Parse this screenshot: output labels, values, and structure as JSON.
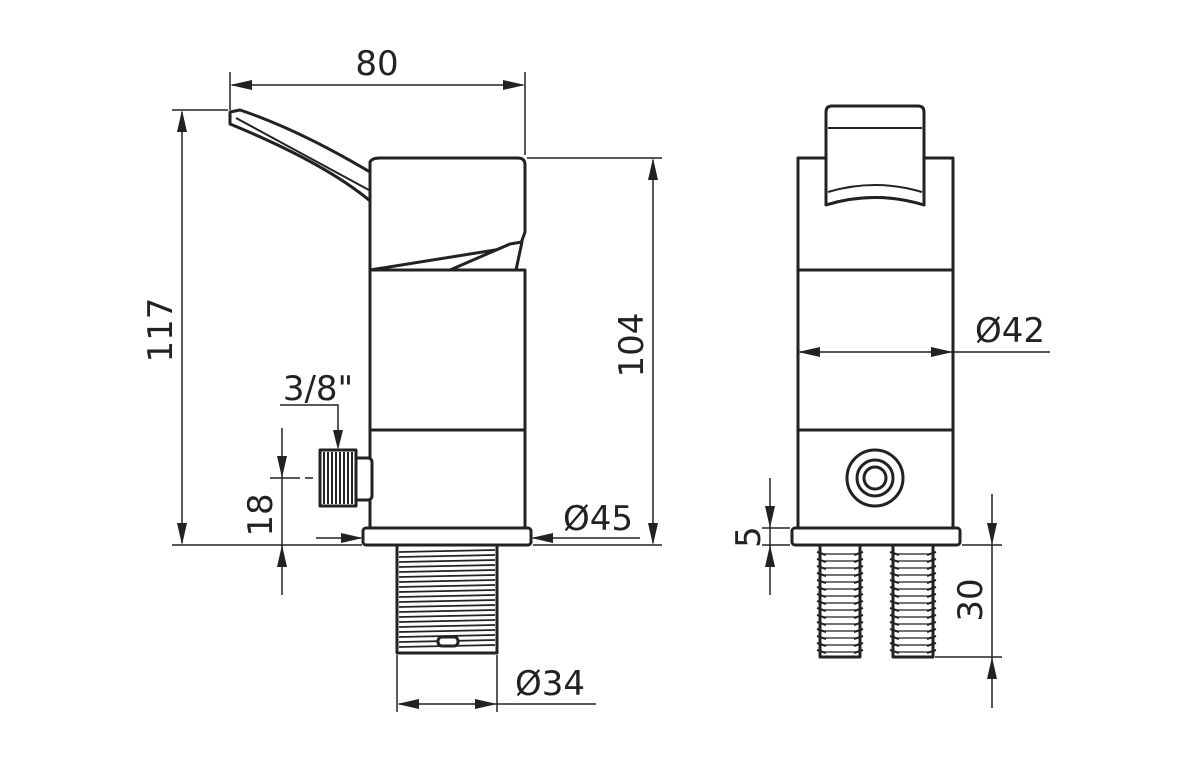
{
  "dimensions": {
    "width_overall": "80",
    "height_overall": "117",
    "height_body": "104",
    "thread_size": "3/8\"",
    "inlet_offset": "18",
    "base_diameter": "Ø45",
    "shank_diameter": "Ø34",
    "body_diameter": "Ø42",
    "base_thickness": "5",
    "tail_length": "30"
  },
  "colors": {
    "line": "#222222",
    "background": "#ffffff"
  }
}
